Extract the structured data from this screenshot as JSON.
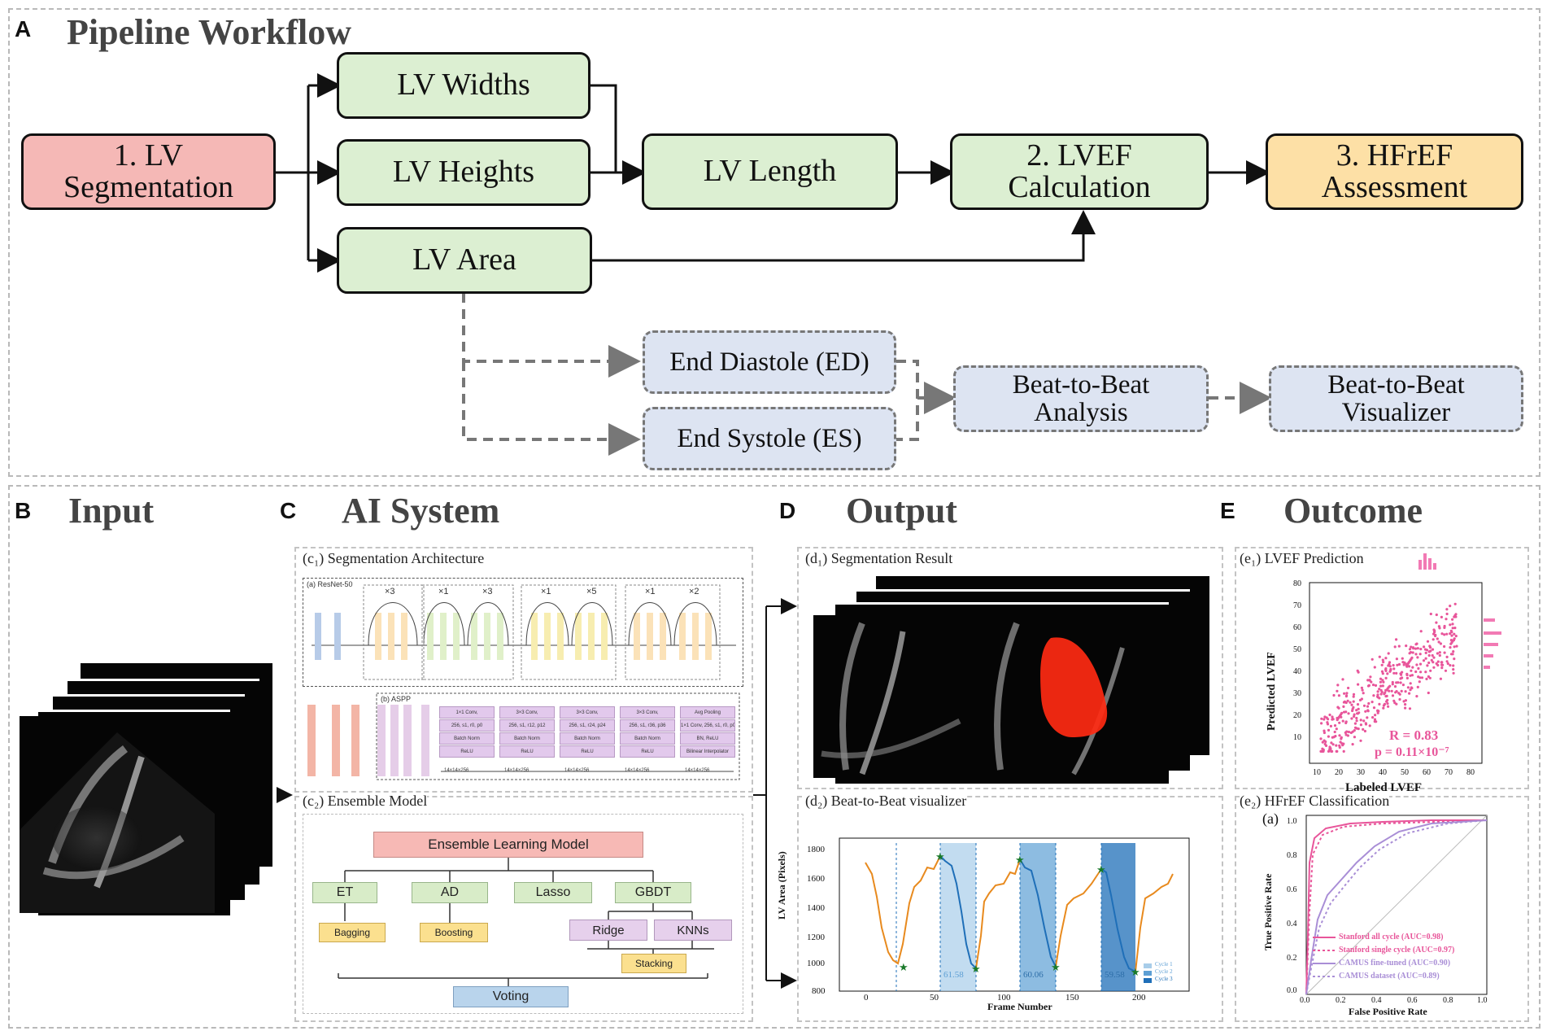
{
  "panelA": {
    "letter": "A",
    "title": "Pipeline Workflow",
    "boxes": {
      "seg": "1. LV\nSegmentation",
      "widths": "LV Widths",
      "heights": "LV Heights",
      "area": "LV Area",
      "length": "LV Length",
      "lvef": "2. LVEF\nCalculation",
      "hfref": "3. HFrEF\nAssessment",
      "ed": "End Diastole (ED)",
      "es": "End Systole (ES)",
      "b2b": "Beat-to-Beat\nAnalysis",
      "viz": "Beat-to-Beat\nVisualizer"
    }
  },
  "panelB": {
    "letter": "B",
    "title": "Input"
  },
  "panelC": {
    "letter": "C",
    "title": "AI System",
    "c1": "(c₁) Segmentation Architecture",
    "c2": "(c₂) Ensemble Model",
    "resnet": "(a) ResNet-50",
    "aspp": "(b) ASPP",
    "repeats": [
      "×3",
      "×1",
      "×3",
      "×1",
      "×5",
      "×1",
      "×2"
    ],
    "aspp_blocks": [
      {
        "l1": "1×1 Conv,",
        "l2": "256, s1, r0, p0",
        "l3": "Batch Norm",
        "l4": "ReLU"
      },
      {
        "l1": "3×3 Conv,",
        "l2": "256, s1, r12, p12",
        "l3": "Batch Norm",
        "l4": "ReLU"
      },
      {
        "l1": "3×3 Conv,",
        "l2": "256, s1, r24, p24",
        "l3": "Batch Norm",
        "l4": "ReLU"
      },
      {
        "l1": "3×3 Conv,",
        "l2": "256, s1, r36, p36",
        "l3": "Batch Norm",
        "l4": "ReLU"
      },
      {
        "l1": "Avg Pooling",
        "l2": "1×1 Conv, 256, s1, r0, p0",
        "l3": "BN, ReLU",
        "l4": "Bilinear Interpolator"
      }
    ],
    "dims": [
      "14×14×256",
      "14×14×256",
      "14×14×256",
      "14×14×256",
      "14×14×256"
    ],
    "ensemble": {
      "top": "Ensemble Learning Model",
      "et": "ET",
      "ad": "AD",
      "lasso": "Lasso",
      "gbdt": "GBDT",
      "ridge": "Ridge",
      "knns": "KNNs",
      "bagging": "Bagging",
      "boosting": "Boosting",
      "stacking": "Stacking",
      "voting": "Voting"
    }
  },
  "panelD": {
    "letter": "D",
    "title": "Output",
    "d1": "(d₁) Segmentation Result",
    "d2": "(d₂) Beat-to-Beat visualizer",
    "ylabel": "LV Area (Pixels)",
    "xlabel": "Frame Number",
    "yticks": [
      "1800",
      "1600",
      "1400",
      "1200",
      "1000",
      "800"
    ],
    "xticks": [
      "0",
      "50",
      "100",
      "150",
      "200"
    ],
    "cycle_values": [
      "61.58",
      "60.06",
      "59.58"
    ],
    "legend": [
      "Cycle 1",
      "Cycle 2",
      "Cycle 3"
    ]
  },
  "panelE": {
    "letter": "E",
    "title": "Outcome",
    "e1": "(e₁) LVEF Prediction",
    "e2": "(e₂) HFrEF Classification",
    "scatter_ylabel": "Predicted LVEF",
    "scatter_xlabel": "Labeled LVEF",
    "scatter_yticks": [
      "80",
      "70",
      "60",
      "50",
      "40",
      "30",
      "20",
      "10"
    ],
    "scatter_xticks": [
      "10",
      "20",
      "30",
      "40",
      "50",
      "60",
      "70",
      "80"
    ],
    "R": "R = 0.83",
    "p": "p = 0.11×10⁻⁷",
    "roc_tag": "(a)",
    "roc_ylabel": "True Positive Rate",
    "roc_xlabel": "False Positive Rate",
    "roc_yticks": [
      "1.0",
      "0.8",
      "0.6",
      "0.4",
      "0.2",
      "0.0"
    ],
    "roc_xticks": [
      "0.0",
      "0.2",
      "0.4",
      "0.6",
      "0.8",
      "1.0"
    ],
    "roc_legend": [
      "Stanford all cycle (AUC=0.98)",
      "Stanford single cycle (AUC=0.97)",
      "CAMUS fine-tuned (AUC=0.90)",
      "CAMUS dataset (AUC=0.89)"
    ]
  },
  "colors": {
    "green_box": "#dcefd2",
    "red_box": "#f5b8b6",
    "orange_box": "#fde0a6",
    "blue_box": "#dde4f2",
    "scatter": "#e8559a",
    "lv_mask": "#ff2a12",
    "trace_orange": "#e88a1e",
    "trace_blue": "#1f6fb8"
  }
}
